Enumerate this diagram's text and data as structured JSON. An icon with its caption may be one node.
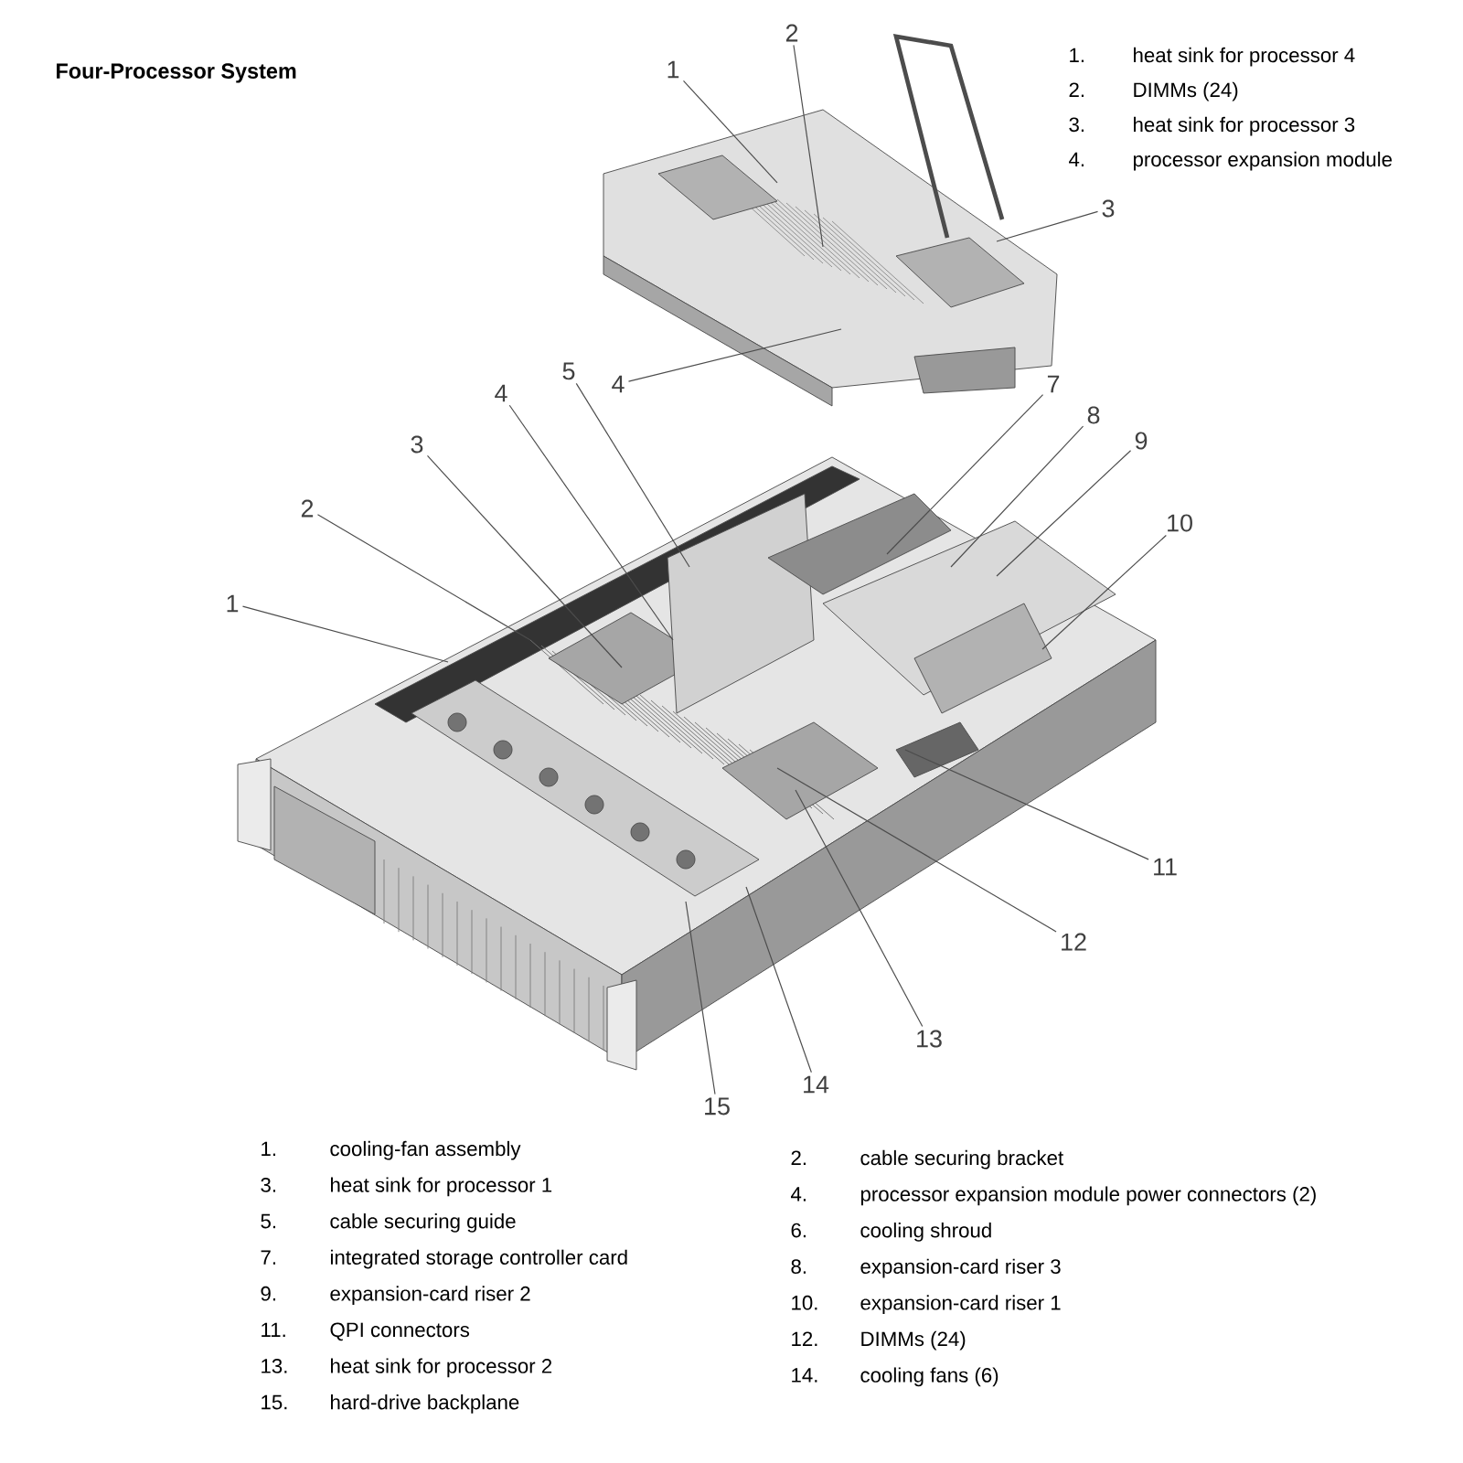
{
  "diagram": {
    "title": "Four-Processor System",
    "nodes": [
      {
        "text": [
          "1"
        ]
      },
      {
        "text": [
          "2"
        ]
      },
      {
        "text": [
          "3"
        ]
      },
      {
        "text": [
          "4"
        ]
      },
      {
        "text": [
          "1"
        ]
      },
      {
        "text": [
          "2"
        ]
      },
      {
        "text": [
          "3"
        ]
      },
      {
        "text": [
          "4"
        ]
      },
      {
        "text": [
          "5"
        ]
      },
      {
        "text": [
          "7"
        ]
      },
      {
        "text": [
          "8"
        ]
      },
      {
        "text": [
          "9"
        ]
      },
      {
        "text": [
          "10"
        ]
      },
      {
        "text": [
          "11"
        ]
      },
      {
        "text": [
          "12"
        ]
      },
      {
        "text": [
          "13"
        ]
      },
      {
        "text": [
          "14"
        ]
      },
      {
        "text": [
          "15"
        ]
      }
    ],
    "edges": [
      {
        "from": 0,
        "to": null,
        "arrow": "none"
      },
      {
        "from": 1,
        "to": null,
        "arrow": "none"
      },
      {
        "from": 2,
        "to": null,
        "arrow": "none"
      },
      {
        "from": 3,
        "to": null,
        "arrow": "none"
      },
      {
        "from": 4,
        "to": null,
        "arrow": "none"
      },
      {
        "from": 5,
        "to": null,
        "arrow": "none"
      },
      {
        "from": 6,
        "to": null,
        "arrow": "none"
      },
      {
        "from": 7,
        "to": null,
        "arrow": "none"
      },
      {
        "from": 8,
        "to": null,
        "arrow": "none"
      },
      {
        "from": 9,
        "to": null,
        "arrow": "none"
      },
      {
        "from": 10,
        "to": null,
        "arrow": "none"
      },
      {
        "from": 11,
        "to": null,
        "arrow": "none"
      },
      {
        "from": 12,
        "to": null,
        "arrow": "none"
      },
      {
        "from": 13,
        "to": null,
        "arrow": "none"
      },
      {
        "from": 14,
        "to": null,
        "arrow": "none"
      },
      {
        "from": 15,
        "to": null,
        "arrow": "none"
      },
      {
        "from": 16,
        "to": null,
        "arrow": "none"
      },
      {
        "from": 17,
        "to": null,
        "arrow": "none"
      }
    ],
    "labels": [
      "1.",
      "heat sink for processor 4",
      "2.",
      "DIMMs (24)",
      "3.",
      "heat sink for processor 3",
      "4.",
      "processor expansion module",
      "1.",
      "cooling-fan assembly",
      "3.",
      "heat sink for processor 1",
      "5.",
      "cable securing guide",
      "7.",
      "integrated storage controller card",
      "9.",
      "expansion-card riser 2",
      "11.",
      "QPI connectors",
      "13.",
      "heat sink for processor 2",
      "15.",
      "hard-drive backplane",
      "2.",
      "cable securing bracket",
      "4.",
      "processor expansion module power connectors (2)",
      "6.",
      "cooling shroud",
      "8.",
      "expansion-card riser 3",
      "10.",
      "expansion-card riser 1",
      "12.",
      "DIMMs (24)",
      "14.",
      "cooling fans (6)"
    ]
  }
}
